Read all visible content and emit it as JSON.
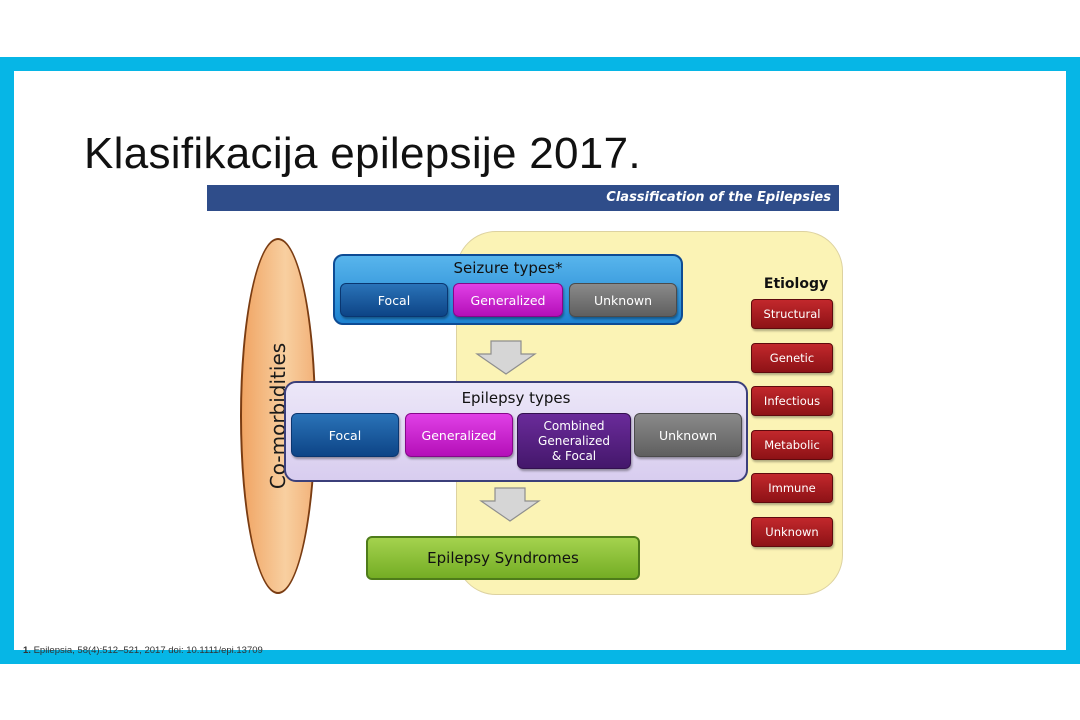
{
  "slide": {
    "title": "Klasifikacija epilepsije 2017.",
    "header": "Classification of the Epilepsies",
    "footnote_number": "1.",
    "footnote": " Epilepsia, 58(4):512–521, 2017 doi: 10.1111/epi.13709"
  },
  "diagram": {
    "comorbidities": "Co-morbidities",
    "seizure_types": {
      "title": "Seizure types*",
      "items": [
        "Focal",
        "Generalized",
        "Unknown"
      ]
    },
    "epilepsy_types": {
      "title": "Epilepsy types",
      "items": [
        "Focal",
        "Generalized",
        "Combined Generalized & Focal",
        "Unknown"
      ],
      "combined_lines": [
        "Combined",
        "Generalized",
        "& Focal"
      ]
    },
    "epilepsy_syndromes": "Epilepsy Syndromes",
    "etiology": {
      "title": "Etiology",
      "items": [
        "Structural",
        "Genetic",
        "Infectious",
        "Metabolic",
        "Immune",
        "Unknown"
      ]
    }
  },
  "colors": {
    "frame": "#06b6e6",
    "header_bar": "#2f4d8a",
    "focal": "#0d4486",
    "generalized": "#b40fb8",
    "unknown": "#5f5f5f",
    "combined": "#44176b",
    "etiology": "#8d1216",
    "syndromes": "#74ad24",
    "comorbidities": "#f0a463",
    "etiology_panel": "#fbf3b5"
  }
}
